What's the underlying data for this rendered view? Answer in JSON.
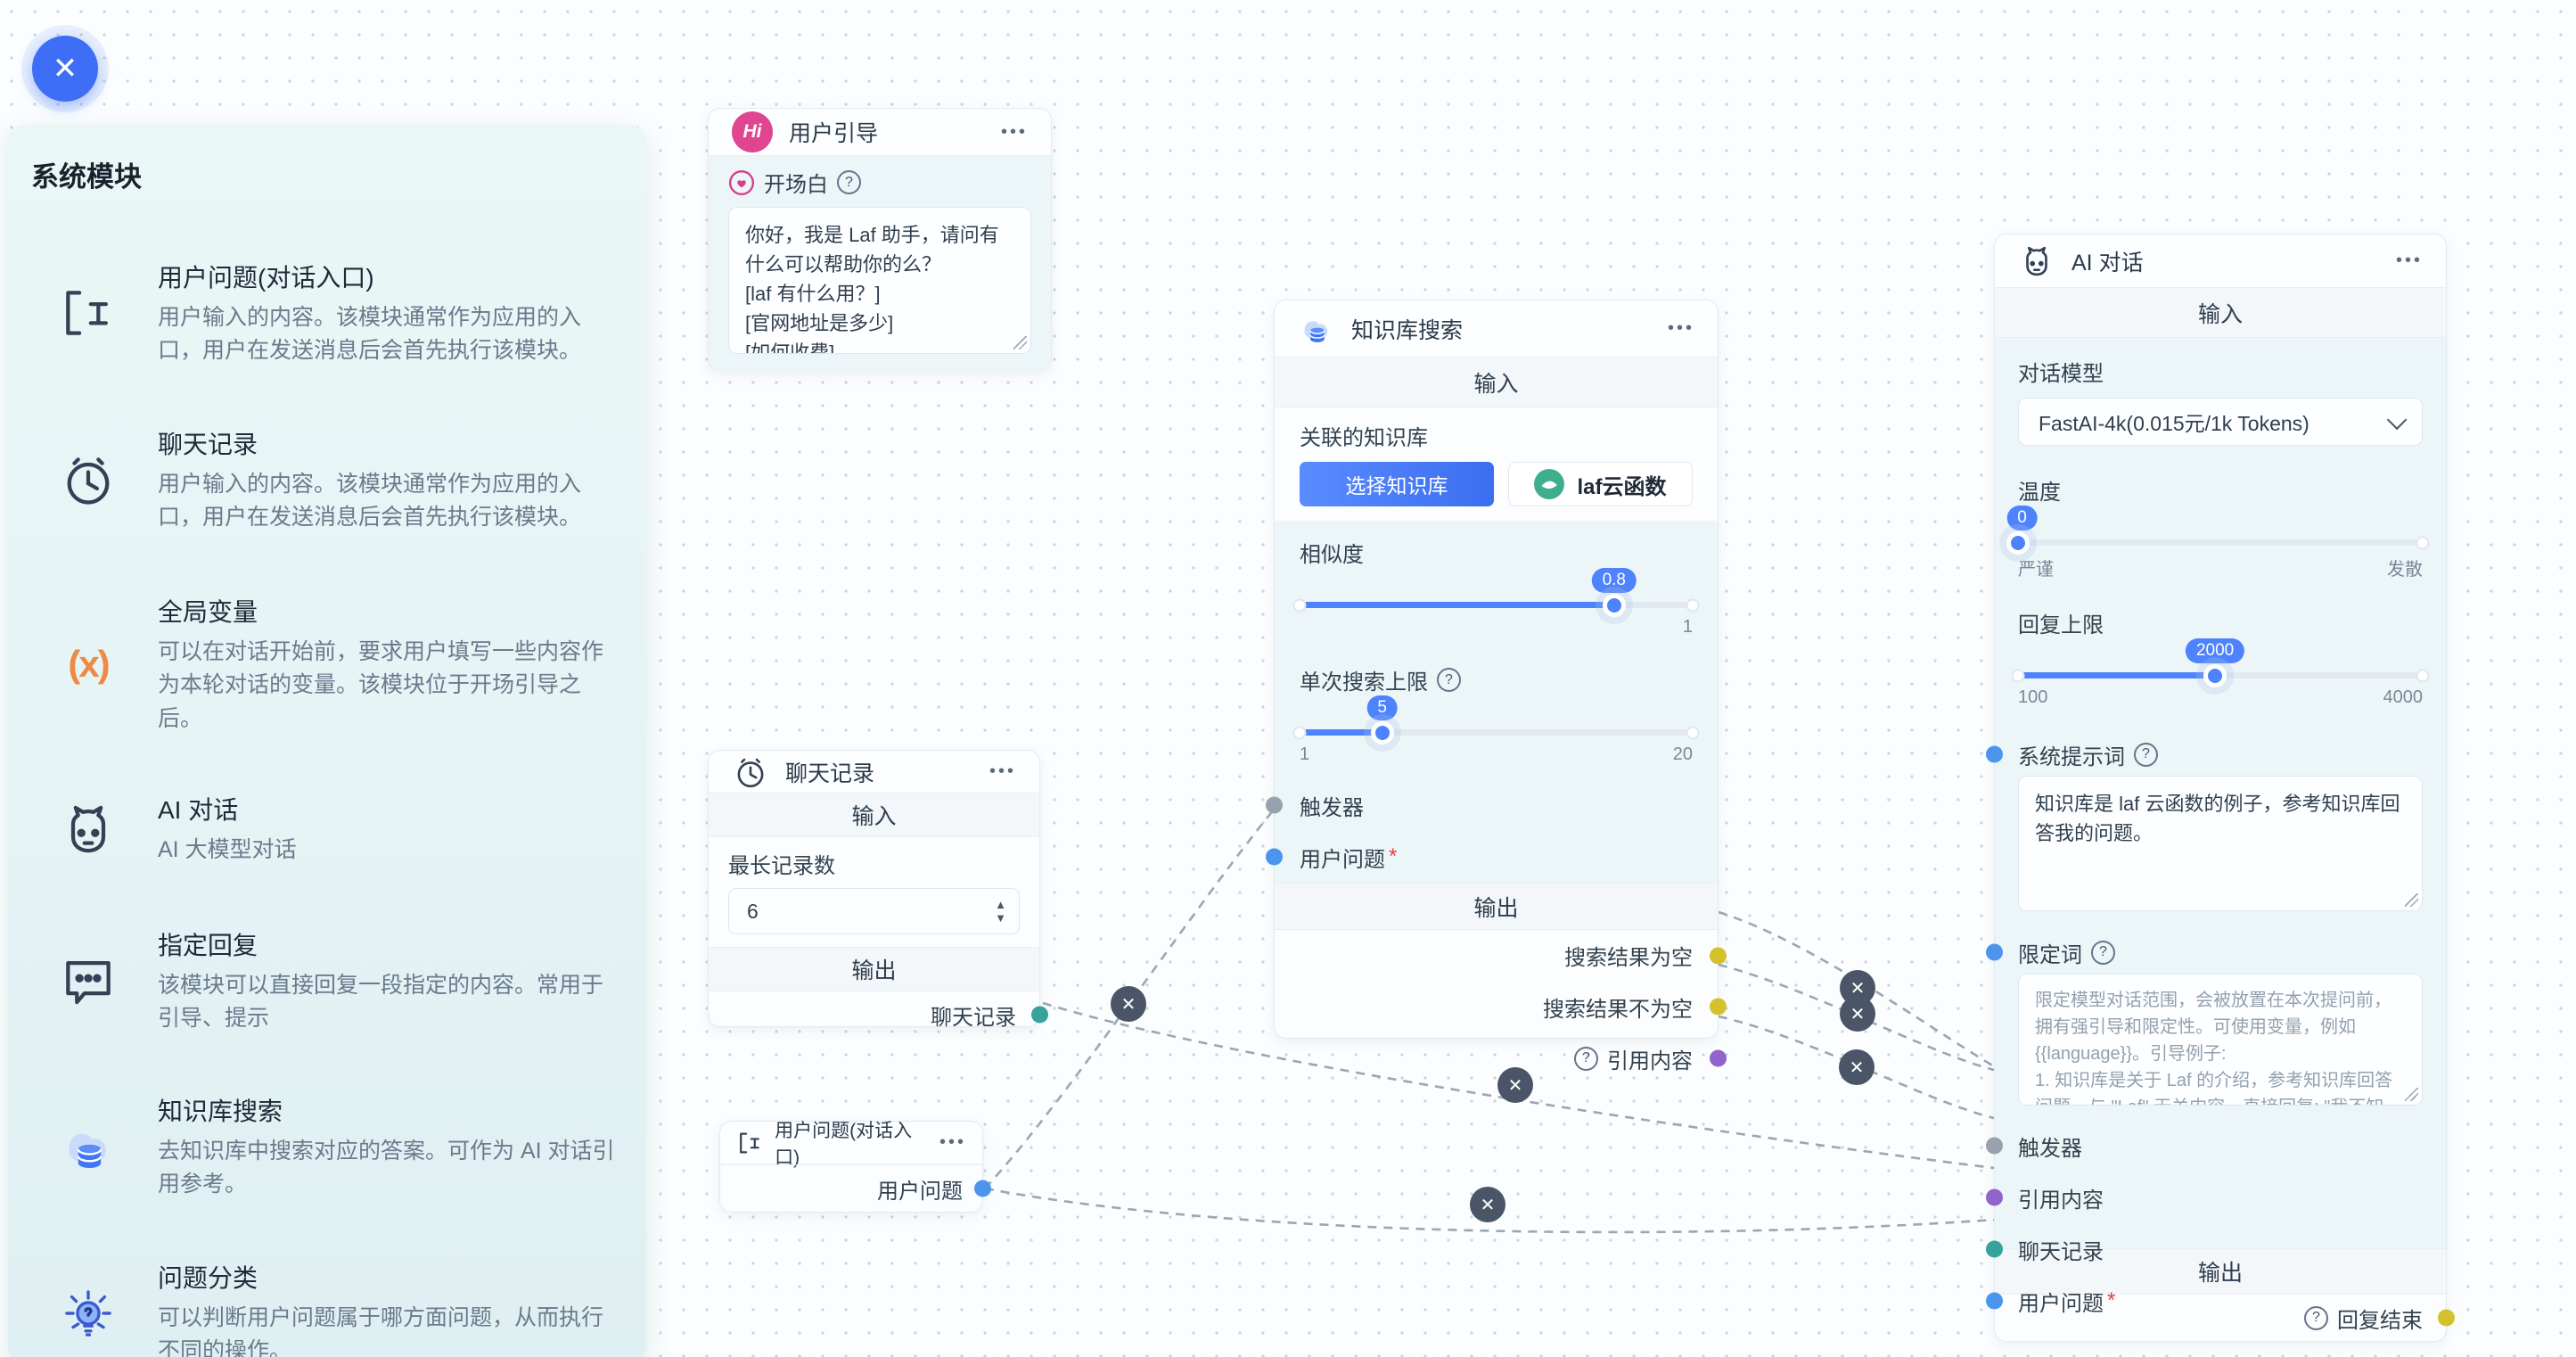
{
  "ui": {
    "more": "•••",
    "close_x": "✕",
    "question": "?",
    "required_star": "*",
    "spin_up": "▲",
    "spin_down": "▼"
  },
  "sidebar": {
    "title": "系统模块",
    "items": [
      {
        "icon": "text-cursor-icon",
        "title": "用户问题(对话入口)",
        "desc": "用户输入的内容。该模块通常作为应用的入口，用户在发送消息后会首先执行该模块。"
      },
      {
        "icon": "clock-icon",
        "title": "聊天记录",
        "desc": "用户输入的内容。该模块通常作为应用的入口，用户在发送消息后会首先执行该模块。"
      },
      {
        "icon": "variable-icon",
        "icon_text": "(x)",
        "title": "全局变量",
        "desc": "可以在对话开始前，要求用户填写一些内容作为本轮对话的变量。该模块位于开场引导之后。"
      },
      {
        "icon": "robot-icon",
        "title": "AI 对话",
        "desc": "AI 大模型对话"
      },
      {
        "icon": "reply-bubble-icon",
        "title": "指定回复",
        "desc": "该模块可以直接回复一段指定的内容。常用于引导、提示"
      },
      {
        "icon": "kb-search-icon",
        "title": "知识库搜索",
        "desc": "去知识库中搜索对应的答案。可作为 AI 对话引用参考。"
      },
      {
        "icon": "classify-bulb-icon",
        "title": "问题分类",
        "desc": "可以判断用户问题属于哪方面问题，从而执行不同的操作。"
      }
    ]
  },
  "nodes": {
    "user_guide": {
      "avatar": "Hi",
      "title": "用户引导",
      "field_label": "开场白",
      "welcome_text": "你好，我是 Laf 助手，请问有什么可以帮助你的么？\n[laf 有什么用？]\n[官网地址是多少]\n[如何收费]"
    },
    "chat_history": {
      "title": "聊天记录",
      "input_header": "输入",
      "output_header": "输出",
      "max_label": "最长记录数",
      "max_value": "6",
      "output_label": "聊天记录"
    },
    "user_question": {
      "title": "用户问题(对话入口)",
      "output_label": "用户问题"
    },
    "kb_search": {
      "title": "知识库搜索",
      "input_header": "输入",
      "output_header": "输出",
      "kb_label": "关联的知识库",
      "select_button": "选择知识库",
      "kb_tag": "laf云函数",
      "similarity_label": "相似度",
      "similarity_value": "0.8",
      "similarity_max_label": "1",
      "search_limit_label": "单次搜索上限",
      "search_limit_value": "5",
      "search_limit_min_label": "1",
      "search_limit_max_label": "20",
      "trigger_label": "触发器",
      "question_label": "用户问题",
      "output_empty": "搜索结果为空",
      "output_not_empty": "搜索结果不为空",
      "output_quote": "引用内容"
    },
    "ai_chat": {
      "title": "AI 对话",
      "input_header": "输入",
      "output_header": "输出",
      "model_label": "对话模型",
      "model_value": "FastAI-4k(0.015元/1k Tokens)",
      "temperature_label": "温度",
      "temperature_value": "0",
      "temperature_min_label": "严谨",
      "temperature_max_label": "发散",
      "reply_limit_label": "回复上限",
      "reply_limit_value": "2000",
      "reply_limit_min_label": "100",
      "reply_limit_max_label": "4000",
      "system_prompt_label": "系统提示词",
      "system_prompt_value": "知识库是 laf 云函数的例子，参考知识库回答我的问题。",
      "qualifier_label": "限定词",
      "qualifier_placeholder": "限定模型对话范围，会被放置在本次提问前，拥有强引导和限定性。可使用变量，例如 {{language}}。引导例子:\n1. 知识库是关于 Laf 的介绍，参考知识库回答问题，与 \"Laf\" 无关内容，直接回复: \"我不知道\"。\n2. 你仅回答关于 \"xxx\" 的问题，其他问题回复: \"xxxx\"",
      "trigger_label": "触发器",
      "quote_label": "引用内容",
      "history_label": "聊天记录",
      "question_label": "用户问题",
      "output_done": "回复结束"
    }
  },
  "colors": {
    "accent_blue": "#4e83fd",
    "pink": "#e0458f",
    "edge": "#9aa7b3",
    "badge": "#4a5568",
    "handle_gray": "#98a2ae",
    "handle_blue": "#4b96ec",
    "handle_teal": "#38a29d",
    "handle_purple": "#9163cb",
    "handle_yellow": "#d4c22d"
  }
}
